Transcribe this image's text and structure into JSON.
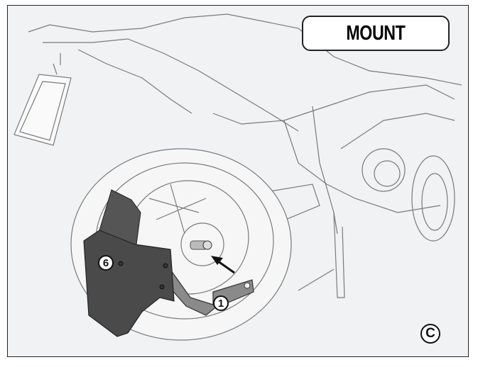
{
  "title": "MOUNT",
  "callouts": {
    "mudguard": "6",
    "bracket": "1"
  },
  "step_label": "C",
  "colors": {
    "line": "#6a6a6a",
    "part_dark": "#4a4a4a",
    "bracket": "#8a8a8a",
    "background": "#f1f2f3"
  }
}
